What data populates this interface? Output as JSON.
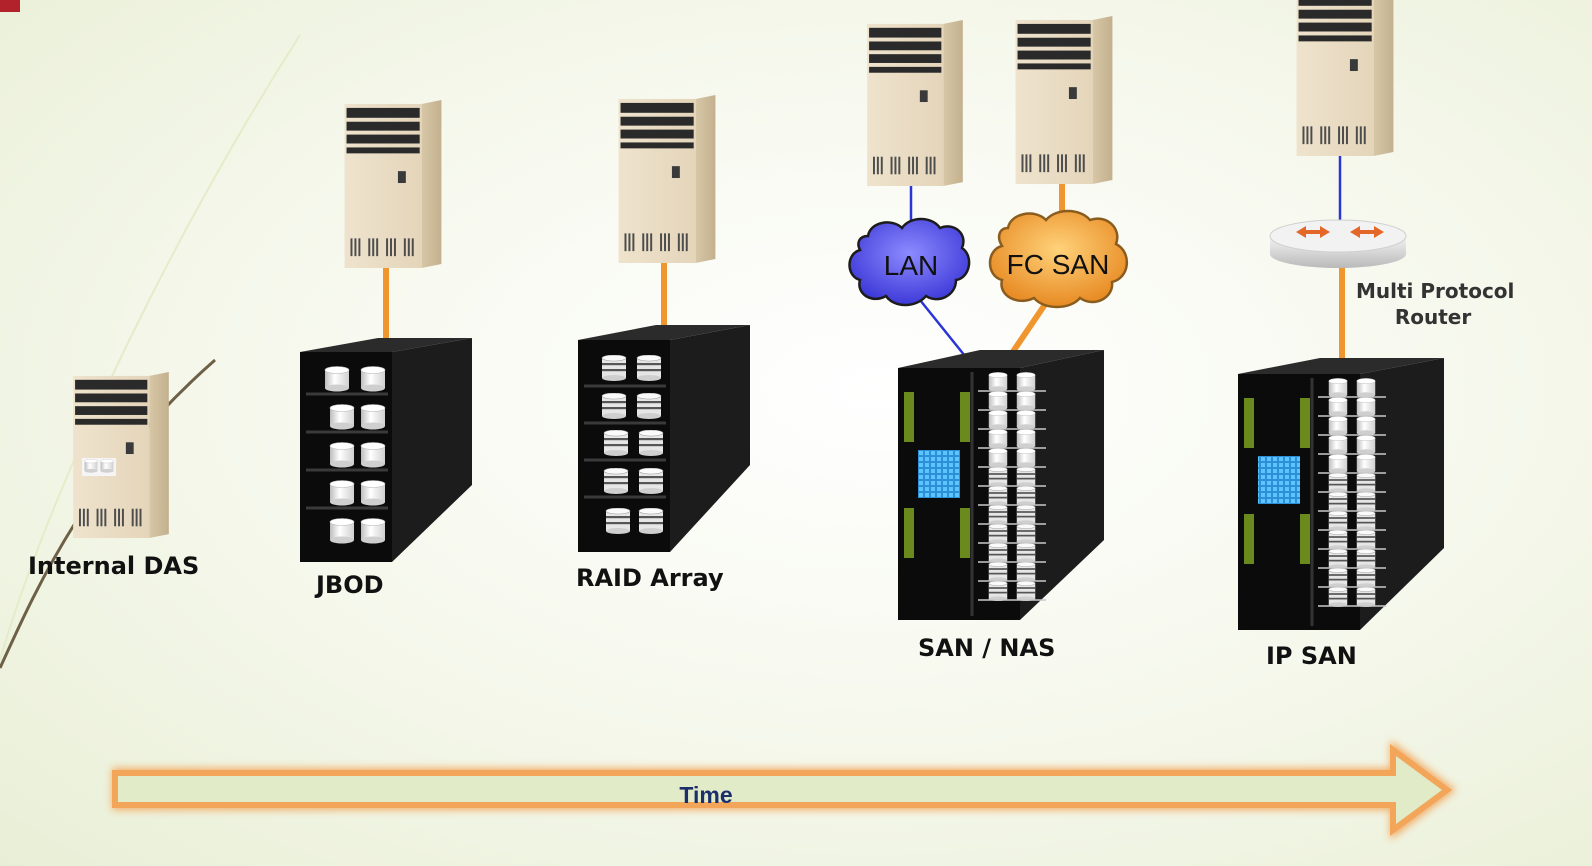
{
  "stages": [
    {
      "id": "internal-das",
      "label": "Internal DAS"
    },
    {
      "id": "jbod",
      "label": "JBOD"
    },
    {
      "id": "raid",
      "label": "RAID Array"
    },
    {
      "id": "san-nas",
      "label": "SAN / NAS"
    },
    {
      "id": "ip-san",
      "label": "IP SAN"
    }
  ],
  "clouds": {
    "lan": "LAN",
    "fc_san": "FC SAN"
  },
  "router_label_line1": "Multi Protocol",
  "router_label_line2": "Router",
  "time_label": "Time",
  "colors": {
    "fc_link": "#f0962e",
    "ip_link": "#2a35d8",
    "lan_cloud": "#5a57e6",
    "fc_cloud": "#f2a340",
    "time_arrow_fill": "#e2ebc8",
    "time_arrow_border": "#f3a55a",
    "time_text": "#1c2e6b",
    "accent_corner": "#b2222b"
  }
}
